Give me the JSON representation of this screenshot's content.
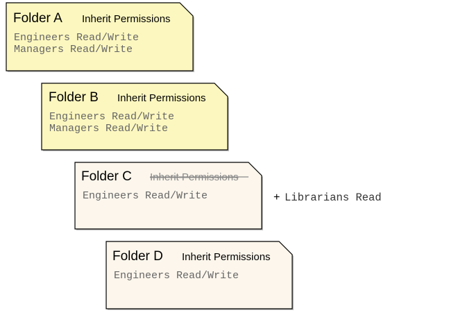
{
  "folders": [
    {
      "title": "Folder A",
      "inherit_label": "Inherit Permissions",
      "inherit_enabled": true,
      "fill": "#FCF7BF",
      "permissions": [
        "Engineers Read/Write",
        "Managers Read/Write"
      ]
    },
    {
      "title": "Folder B",
      "inherit_label": "Inherit Permissions",
      "inherit_enabled": true,
      "fill": "#FCF7BF",
      "permissions": [
        "Engineers Read/Write",
        "Managers Read/Write"
      ]
    },
    {
      "title": "Folder C",
      "inherit_label": "Inherit Permissions",
      "inherit_enabled": false,
      "fill": "#FCF6EC",
      "permissions": [
        "Engineers Read/Write"
      ]
    },
    {
      "title": "Folder D",
      "inherit_label": "Inherit Permissions",
      "inherit_enabled": true,
      "fill": "#FCF6EC",
      "permissions": [
        "Engineers Read/Write"
      ]
    }
  ],
  "added_permission": {
    "symbol": "+",
    "label": "Librarians Read"
  },
  "colors": {
    "outline": "#000000",
    "shadow": "#9a9a9a",
    "permission_text": "#666666",
    "disabled_text": "#8a8a8a"
  }
}
